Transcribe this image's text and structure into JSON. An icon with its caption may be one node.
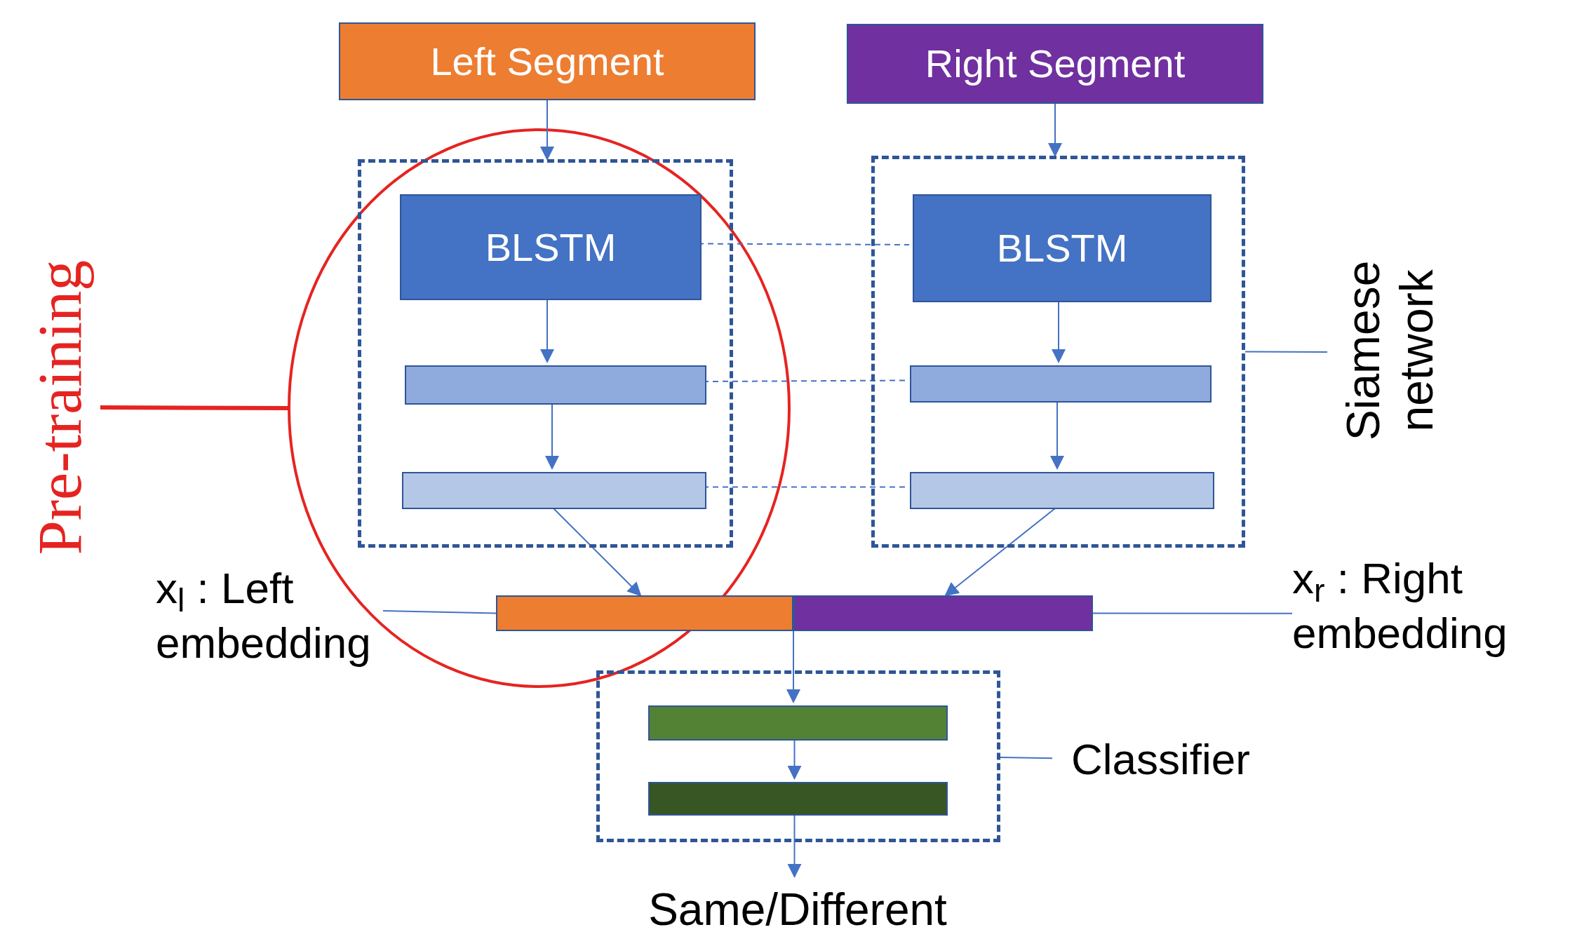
{
  "diagram": {
    "nodes": [
      {
        "text": [
          "Left Segment"
        ]
      },
      {
        "text": [
          "Right Segment"
        ]
      },
      {
        "text": [],
        "shape": "box"
      },
      {
        "text": [
          "BLSTM"
        ],
        "in": 2
      },
      {
        "text": [],
        "shape": "bar",
        "in": 2
      },
      {
        "text": [],
        "shape": "bar",
        "in": 2
      },
      {
        "text": [],
        "shape": "box"
      },
      {
        "text": [
          "BLSTM"
        ],
        "in": 6
      },
      {
        "text": [],
        "shape": "bar",
        "in": 6
      },
      {
        "text": [],
        "shape": "bar",
        "in": 6
      },
      {
        "text": [
          "Siamese network"
        ]
      },
      {
        "text": [
          "Pre-training"
        ]
      },
      {
        "text": [
          "x$_{l}$ : Left embedding"
        ]
      },
      {
        "text": [],
        "shape": "bar"
      },
      {
        "text": [],
        "shape": "bar"
      },
      {
        "text": [
          "x$_{r}$ : Right embedding"
        ]
      },
      {
        "text": [],
        "shape": "box"
      },
      {
        "text": [],
        "shape": "bar",
        "in": 16
      },
      {
        "text": [],
        "shape": "bar",
        "in": 16
      },
      {
        "text": [
          "Classifier"
        ]
      },
      {
        "text": [
          "Same/Different"
        ]
      }
    ],
    "edges": [
      {
        "from": 0,
        "to": 2,
        "arrow": "to"
      },
      {
        "from": 1,
        "to": 6,
        "arrow": "to"
      },
      {
        "from": 3,
        "to": 4,
        "arrow": "to"
      },
      {
        "from": 4,
        "to": 5,
        "arrow": "to"
      },
      {
        "from": 7,
        "to": 8,
        "arrow": "to"
      },
      {
        "from": 8,
        "to": 9,
        "arrow": "to"
      },
      {
        "from": 5,
        "to": 13,
        "arrow": "to"
      },
      {
        "from": 9,
        "to": 14,
        "arrow": "to"
      },
      {
        "from": 3,
        "to": 7,
        "arrow": "none",
        "style": "dashed"
      },
      {
        "from": 4,
        "to": 8,
        "arrow": "none",
        "style": "dashed"
      },
      {
        "from": 5,
        "to": 9,
        "arrow": "none",
        "style": "dashed"
      },
      {
        "from": 13,
        "to": 17,
        "arrow": "to"
      },
      {
        "from": 17,
        "to": 18,
        "arrow": "to"
      },
      {
        "from": 18,
        "to": 20,
        "arrow": "to"
      },
      {
        "from": 10,
        "to": 6,
        "arrow": "none"
      },
      {
        "from": 19,
        "to": 16,
        "arrow": "none"
      },
      {
        "from": 12,
        "to": 13,
        "arrow": "none"
      },
      {
        "from": 15,
        "to": 14,
        "arrow": "none"
      },
      {
        "from": 11,
        "to": null,
        "arrow": "none",
        "color": "#e52421",
        "style": "thick"
      }
    ]
  }
}
